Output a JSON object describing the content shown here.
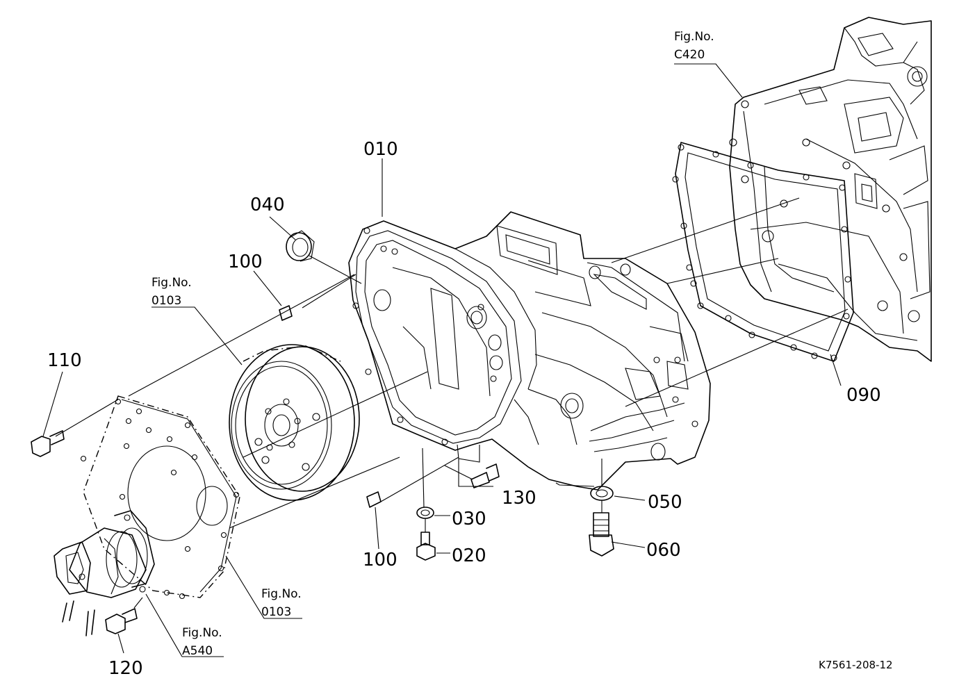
{
  "diagram": {
    "part_numbers": {
      "p010": "010",
      "p020": "020",
      "p030": "030",
      "p040": "040",
      "p050": "050",
      "p060": "060",
      "p090": "090",
      "p100a": "100",
      "p100b": "100",
      "p110": "110",
      "p120": "120",
      "p130": "130"
    },
    "figure_refs": {
      "c420": {
        "label": "Fig.No.",
        "code": "C420"
      },
      "ref0103_top": {
        "label": "Fig.No.",
        "code": "0103"
      },
      "ref0103_bottom": {
        "label": "Fig.No.",
        "code": "0103"
      },
      "a540": {
        "label": "Fig.No.",
        "code": "A540"
      }
    },
    "drawing_id": "K7561-208-12"
  }
}
